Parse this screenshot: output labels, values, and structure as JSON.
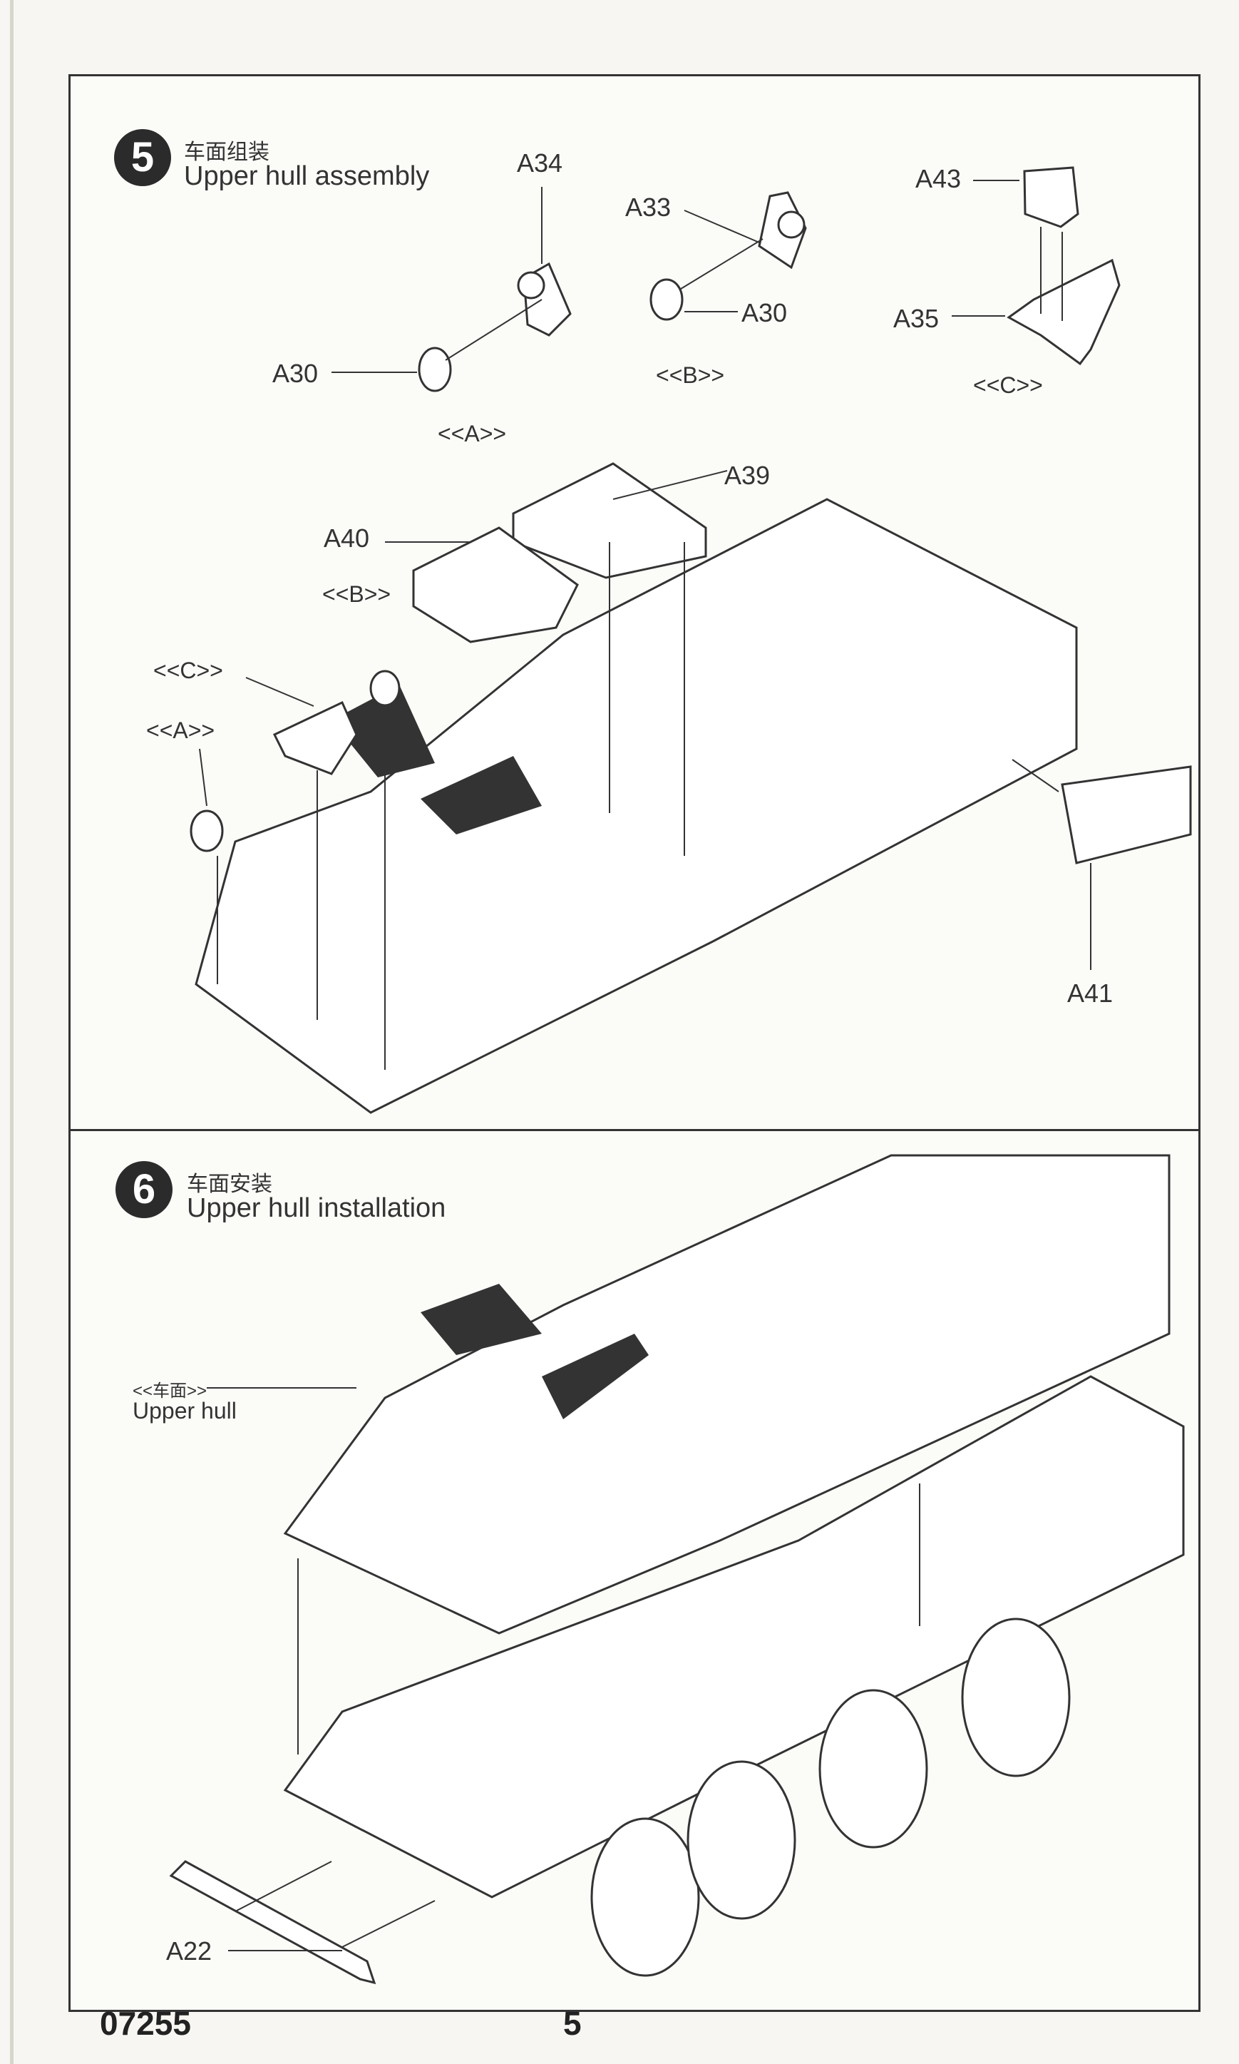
{
  "document": {
    "product_code": "07255",
    "page_number": "5"
  },
  "steps": [
    {
      "number": "5",
      "title_cn": "车面组装",
      "title_en": "Upper hull assembly",
      "subassemblies": [
        {
          "name": "<<A>>",
          "parts": [
            "A34",
            "A30"
          ]
        },
        {
          "name": "<<B>>",
          "parts": [
            "A33",
            "A30"
          ]
        },
        {
          "name": "<<C>>",
          "parts": [
            "A43",
            "A35"
          ]
        }
      ],
      "labels": {
        "a34": "A34",
        "a33": "A33",
        "a30_b": "A30",
        "a43": "A43",
        "a35": "A35",
        "a30_a": "A30",
        "group_b_top": "<<B>>",
        "group_c_top": "<<C>>",
        "group_a_top": "<<A>>",
        "a39": "A39",
        "a40": "A40",
        "group_b_main": "<<B>>",
        "group_c_main": "<<C>>",
        "group_a_main": "<<A>>",
        "a41": "A41"
      }
    },
    {
      "number": "6",
      "title_cn": "车面安装",
      "title_en": "Upper hull installation",
      "labels": {
        "upper_hull_cn": "<<车面>>",
        "upper_hull_en": "Upper hull",
        "a22": "A22"
      }
    }
  ]
}
